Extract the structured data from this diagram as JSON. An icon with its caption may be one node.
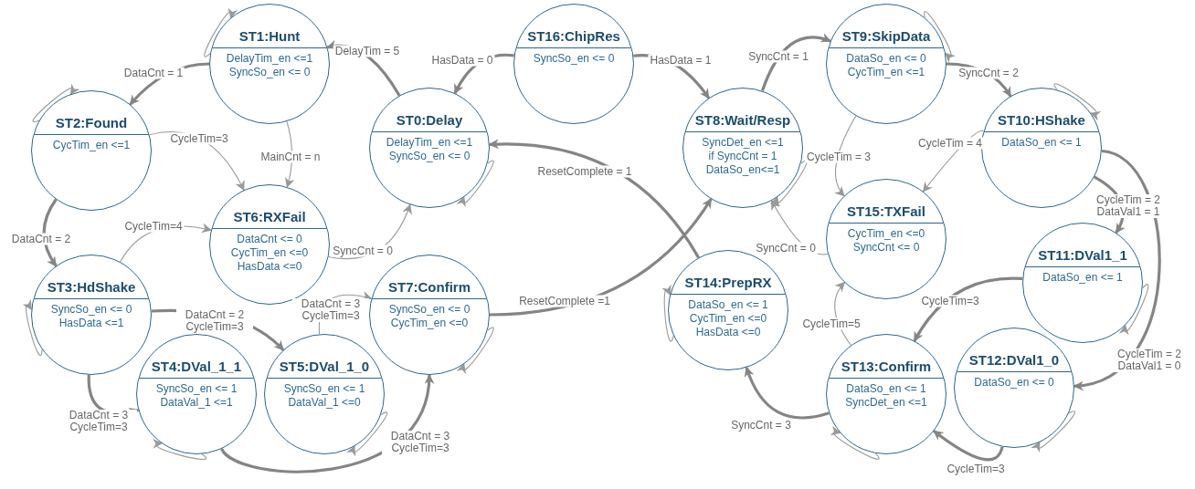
{
  "diagram": {
    "nodes": [
      {
        "text": [
          "ST0:Delay",
          "DelayTim_en <=1",
          "SyncSo_en <= 0"
        ]
      },
      {
        "text": [
          "ST1:Hunt",
          "DelayTim_en <=1",
          "SyncSo_en <= 0"
        ]
      },
      {
        "text": [
          "ST2:Found",
          "CycTim_en <=1"
        ]
      },
      {
        "text": [
          "ST3:HdShake",
          "SyncSo_en <= 0",
          "HasData <=1"
        ]
      },
      {
        "text": [
          "ST4:DVal_1_1",
          "SyncSo_en <= 1",
          "DataVal_1 <=1"
        ]
      },
      {
        "text": [
          "ST5:DVal_1_0",
          "SyncSo_en <= 1",
          "DataVal_1 <=0"
        ]
      },
      {
        "text": [
          "ST6:RXFail",
          "DataCnt <= 0",
          "CycTim_en <=0",
          "HasData <=0"
        ]
      },
      {
        "text": [
          "ST7:Confirm",
          "SyncSo_en <= 0",
          "CycTim_en <=0"
        ]
      },
      {
        "text": [
          "ST8:Wait/Resp",
          "SyncDet_en <=1",
          "if SyncCnt = 1",
          "DataSo_en<=1"
        ]
      },
      {
        "text": [
          "ST9:SkipData",
          "DataSo_en <= 0",
          "CycTim_en <=1"
        ]
      },
      {
        "text": [
          "ST10:HShake",
          "DataSo_en <= 1"
        ]
      },
      {
        "text": [
          "ST11:DVal1_1",
          "DataSo_en <= 1"
        ]
      },
      {
        "text": [
          "ST12:DVal1_0",
          "DataSo_en <= 0"
        ]
      },
      {
        "text": [
          "ST13:Confirm",
          "DataSo_en <= 1",
          "SyncDet_en <=1"
        ]
      },
      {
        "text": [
          "ST14:PrepRX",
          "DataSo_en <= 1",
          "CycTim_en <=0",
          "HasData <=0"
        ]
      },
      {
        "text": [
          "ST15:TXFail",
          "CycTim_en <=0",
          "SyncCnt <= 0"
        ]
      },
      {
        "text": [
          "ST16:ChipRes",
          "SyncSo_en <= 0"
        ]
      }
    ],
    "edges": [
      {
        "from": 1,
        "to": 1,
        "arrow": "to"
      },
      {
        "from": 0,
        "to": 1,
        "arrow": "to",
        "label": "DelayTim = 5",
        "style": "thick"
      },
      {
        "from": 1,
        "to": 2,
        "arrow": "to",
        "label": "DataCnt = 1",
        "style": "thick"
      },
      {
        "from": 2,
        "to": 2,
        "arrow": "to"
      },
      {
        "from": 16,
        "to": 0,
        "arrow": "to",
        "label": "HasData = 0",
        "style": "thick"
      },
      {
        "from": 16,
        "to": 8,
        "arrow": "to",
        "label": "HasData = 1",
        "style": "thick"
      },
      {
        "from": 8,
        "to": 9,
        "arrow": "to",
        "label": "SyncCnt = 1",
        "style": "thick"
      },
      {
        "from": 9,
        "to": 9,
        "arrow": "to"
      },
      {
        "from": 9,
        "to": 10,
        "arrow": "to",
        "label": "SyncCnt = 2",
        "style": "thick"
      },
      {
        "from": 10,
        "to": 10,
        "arrow": "to"
      },
      {
        "from": 2,
        "to": 6,
        "arrow": "to",
        "label": "CycleTim=3"
      },
      {
        "from": 1,
        "to": 6,
        "arrow": "to",
        "label": "MainCnt = n"
      },
      {
        "from": 2,
        "to": 3,
        "arrow": "to",
        "label": "DataCnt = 2",
        "style": "thick"
      },
      {
        "from": 3,
        "to": 3,
        "arrow": "to"
      },
      {
        "from": 3,
        "to": 6,
        "arrow": "to",
        "label": "CycleTim=4"
      },
      {
        "from": 6,
        "to": 0,
        "arrow": "to",
        "label": "SyncCnt = 0"
      },
      {
        "from": 0,
        "to": 0,
        "arrow": "to"
      },
      {
        "from": 3,
        "to": 5,
        "arrow": "to",
        "label": "DataCnt = 2 CycleTim=3",
        "style": "thick"
      },
      {
        "from": 3,
        "to": 4,
        "arrow": "to",
        "label": "DataCnt = 3 CycleTim=3",
        "style": "thick"
      },
      {
        "from": 4,
        "to": 4,
        "arrow": "to"
      },
      {
        "from": 5,
        "to": 5,
        "arrow": "to"
      },
      {
        "from": 5,
        "to": 7,
        "arrow": "to",
        "label": "DataCnt = 3 CycleTim=3"
      },
      {
        "from": 4,
        "to": 7,
        "arrow": "to",
        "label": "DataCnt = 3 CycleTim=3",
        "style": "thick"
      },
      {
        "from": 7,
        "to": 7,
        "arrow": "to"
      },
      {
        "from": 7,
        "to": 8,
        "arrow": "to",
        "label": "ResetComplete =1",
        "style": "thick"
      },
      {
        "from": 14,
        "to": 0,
        "arrow": "to",
        "label": "ResetComplete = 1",
        "style": "thick"
      },
      {
        "from": 8,
        "to": 8,
        "arrow": "to"
      },
      {
        "from": 9,
        "to": 15,
        "arrow": "to",
        "label": "CycleTim = 3"
      },
      {
        "from": 10,
        "to": 15,
        "arrow": "to",
        "label": "CycleTim = 4"
      },
      {
        "from": 15,
        "to": 8,
        "arrow": "to",
        "label": "SyncCnt = 0"
      },
      {
        "from": 10,
        "to": 11,
        "arrow": "to",
        "label": "CycleTim = 2 DataVal1 = 1",
        "style": "thick"
      },
      {
        "from": 11,
        "to": 11,
        "arrow": "to"
      },
      {
        "from": 10,
        "to": 12,
        "arrow": "to",
        "label": "CycleTim = 2 DataVal1 = 0",
        "style": "thick"
      },
      {
        "from": 11,
        "to": 13,
        "arrow": "to",
        "label": "CycleTim=3",
        "style": "thick"
      },
      {
        "from": 12,
        "to": 12,
        "arrow": "to"
      },
      {
        "from": 12,
        "to": 13,
        "arrow": "to",
        "label": "CycleTim=3",
        "style": "thick"
      },
      {
        "from": 13,
        "to": 13,
        "arrow": "to"
      },
      {
        "from": 13,
        "to": 15,
        "arrow": "to",
        "label": "CycleTim=5"
      },
      {
        "from": 13,
        "to": 14,
        "arrow": "to",
        "label": "SyncCnt = 3",
        "style": "thick"
      },
      {
        "from": 14,
        "to": 14,
        "arrow": "to"
      }
    ]
  }
}
